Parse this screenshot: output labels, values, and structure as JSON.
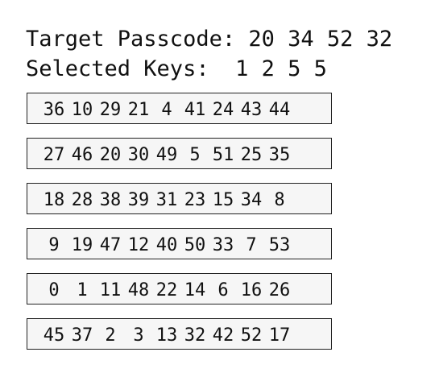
{
  "header": {
    "target_label": "Target Passcode:",
    "target_code": "20 34 52 32",
    "selected_label": "Selected Keys:",
    "selected_keys": "1 2 5 5"
  },
  "rows": [
    [
      "36",
      "10",
      "29",
      "21",
      "4",
      "41",
      "24",
      "43",
      "44"
    ],
    [
      "27",
      "46",
      "20",
      "30",
      "49",
      "5",
      "51",
      "25",
      "35"
    ],
    [
      "18",
      "28",
      "38",
      "39",
      "31",
      "23",
      "15",
      "34",
      "8"
    ],
    [
      "9",
      "19",
      "47",
      "12",
      "40",
      "50",
      "33",
      "7",
      "53"
    ],
    [
      "0",
      "1",
      "11",
      "48",
      "22",
      "14",
      "6",
      "16",
      "26"
    ],
    [
      "45",
      "37",
      "2",
      "3",
      "13",
      "32",
      "42",
      "52",
      "17"
    ]
  ]
}
